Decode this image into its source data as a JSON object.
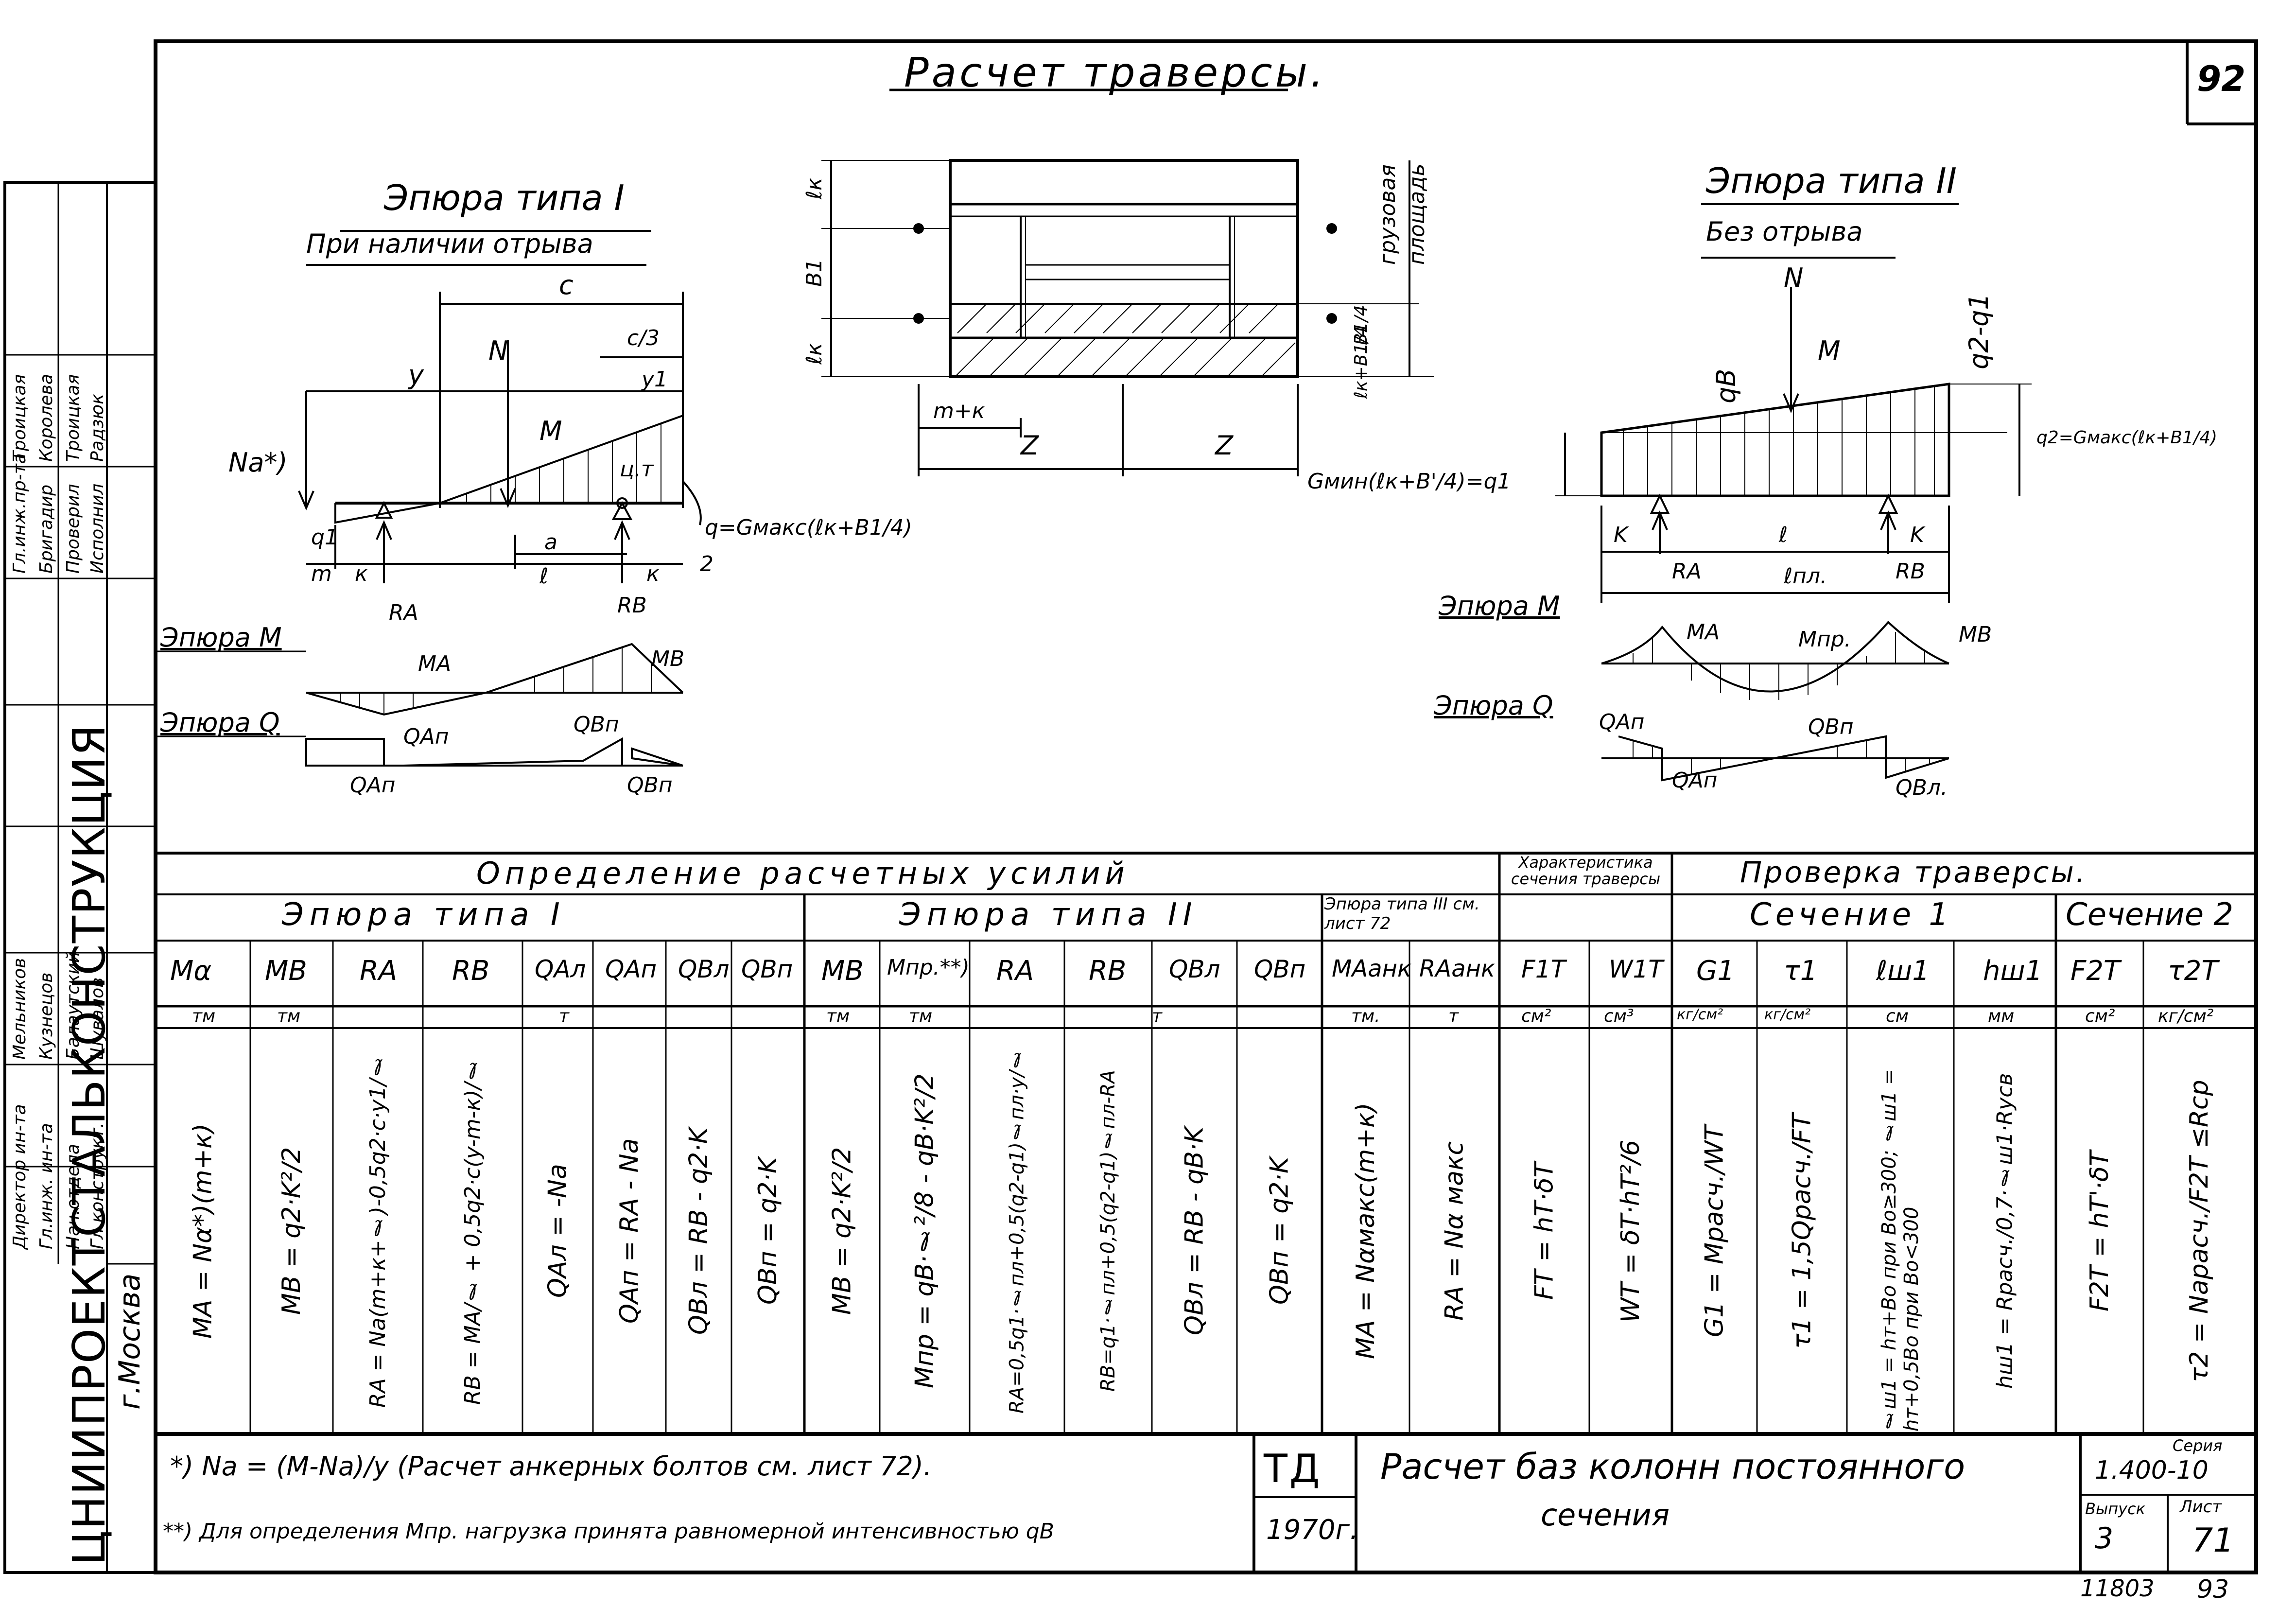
{
  "sheet": {
    "number_top": "92",
    "title": "Расчет траверсы.",
    "footer_number_left": "11803",
    "footer_number_right": "93"
  },
  "left_strip": {
    "org": "ЦНИИПРОЕКТСТАЛЬКОНСТРУКЦИЯ",
    "city": "г.Москва",
    "roles": [
      "Директор ин-та",
      "Гл.инж. ин-та",
      "Нач.отдела",
      "Гл.конструкт.",
      "Гл.инж.пр-та",
      "Бригадир",
      "Проверил",
      "Исполнил"
    ],
    "names": [
      "Мельников",
      "Кузнецов",
      "Балаутский",
      "Шувалов",
      "Троицкая",
      "Королева",
      "Троицкая",
      "Радзюк"
    ]
  },
  "diagram_I": {
    "title": "Эпюра типа I",
    "subtitle": "При наличии отрыва",
    "labels": {
      "c": "c",
      "c3": "c/3",
      "y": "y",
      "y1": "y1",
      "N": "N",
      "M": "M",
      "Na": "Na*)",
      "q1": "q1",
      "q_formula": "q=Gмакс(ℓк+B1/4)",
      "q2": "2",
      "m": "m",
      "k": "к",
      "a": "a",
      "l": "ℓ",
      "k2": "к",
      "RA": "RA",
      "RB": "RB",
      "tochka": "ц.т",
      "MA": "MA",
      "MB": "MB",
      "QAn": "QAп",
      "QBn": "QBп",
      "QAn2": "QAп",
      "QBn2": "QBп"
    },
    "epure_M": "Эпюра M",
    "epure_Q": "Эпюра Q"
  },
  "center": {
    "labels": {
      "lk_top": "ℓк",
      "b1": "B1",
      "lk_bot": "ℓк",
      "mk": "m+к",
      "z1": "Z",
      "z2": "Z",
      "gruz": "грузовая",
      "plosh": "площадь",
      "b1_4": "B1/4",
      "lk_b1": "ℓк+B1/4",
      "gmin": "Gмин(ℓк+B'/4)=q1"
    }
  },
  "diagram_II": {
    "title": "Эпюра типа II",
    "subtitle": "Без отрыва",
    "labels": {
      "N": "N",
      "M": "M",
      "qB": "qB",
      "q2q1": "q2-q1",
      "q2": "q2=Gмакс(ℓк+B1/4)",
      "k": "K",
      "l": "ℓ",
      "k2": "K",
      "RA": "RA",
      "lpl": "ℓпл.",
      "RB": "RB",
      "MA": "MA",
      "Mpr": "Mпр.",
      "MB": "MB",
      "QAn": "QAп",
      "QBn": "QBп",
      "QA2": "QAп",
      "QB2": "QBл."
    },
    "epure_M": "Эпюра M",
    "epure_Q": "Эпюра Q"
  },
  "table": {
    "group_left": "Определение расчетных усилий",
    "group_char": "Характеристика сечения траверсы",
    "group_check": "Проверка траверсы.",
    "sub_I": "Эпюра типа I",
    "sub_II": "Эпюра типа II",
    "sub_III": "Эпюра типа III см. лист 72",
    "sub_s1": "Сечение 1",
    "sub_s2": "Сечение 2",
    "cols": [
      "Mα",
      "MB",
      "RA",
      "RB",
      "QAл",
      "QAп",
      "QBл",
      "QBп",
      "MB",
      "Mпр.**)",
      "RA",
      "RB",
      "QBл",
      "QBп",
      "MAанк",
      "RAанк",
      "F1T",
      "W1T",
      "G1",
      "τ1",
      "ℓш1",
      "hш1",
      "F2T",
      "τ2T"
    ],
    "units": [
      "тм",
      "тм",
      "т",
      "",
      "",
      "",
      "",
      "",
      "тм",
      "тм",
      "т",
      "",
      "",
      "",
      "тм.",
      "т",
      "см²",
      "см³",
      "кг/см²",
      "кг/см²",
      "см",
      "мм",
      "см²",
      "кг/см²"
    ],
    "formulas": [
      "MA = Nα*)(m+к)",
      "MB = q2·K²/2",
      "RA = Na(m+к+ℓ)-0,5q2·c·y1/ℓ",
      "RB = MA/ℓ + 0,5q2·c(y-m-к)/ℓ",
      "QAл = -Na",
      "QAп = RA - Na",
      "QBл = RB - q2·K",
      "QBп = q2·K",
      "MB = q2·K²/2",
      "Mпр = qB·ℓ²/8 - qB·K²/2",
      "RA=0,5q1·ℓпл+0,5(q2-q1)ℓпл·y/ℓ",
      "RB=q1·ℓпл+0,5(q2-q1)ℓпл-RA",
      "QBл = RB - qB·K",
      "QBп = q2·K",
      "MA = Nαмакс(m+к)",
      "RA = Nα макс",
      "FT = hT·δT",
      "WT = δT·hT²/6",
      "G1 = Mрасч./WT",
      "τ1 = 1,5Qрасч./FT",
      "ℓш1 = hт+Bo при Bo≥300; ℓш1 = hт+0,5Bo при Bo<300",
      "hш1 = Rрасч./0,7·ℓш1·Rусв",
      "F2T = hT'·δT",
      "τ2 = Naрасч./F2T ≤Rср"
    ]
  },
  "notes": {
    "n1": "*) Na = (M-Na)/y  (Расчет анкерных болтов см. лист 72).",
    "n2": "**) Для определения Mпр. нагрузка принята равномерной интенсивностью qB"
  },
  "stamp": {
    "td": "ТД",
    "year": "1970г.",
    "title_line1": "Расчет баз колонн постоянного",
    "title_line2": "сечения",
    "seria_label": "Серия",
    "seria": "1.400-10",
    "vypusk_label": "Выпуск",
    "vypusk": "3",
    "list_label": "Лист",
    "list": "71"
  }
}
